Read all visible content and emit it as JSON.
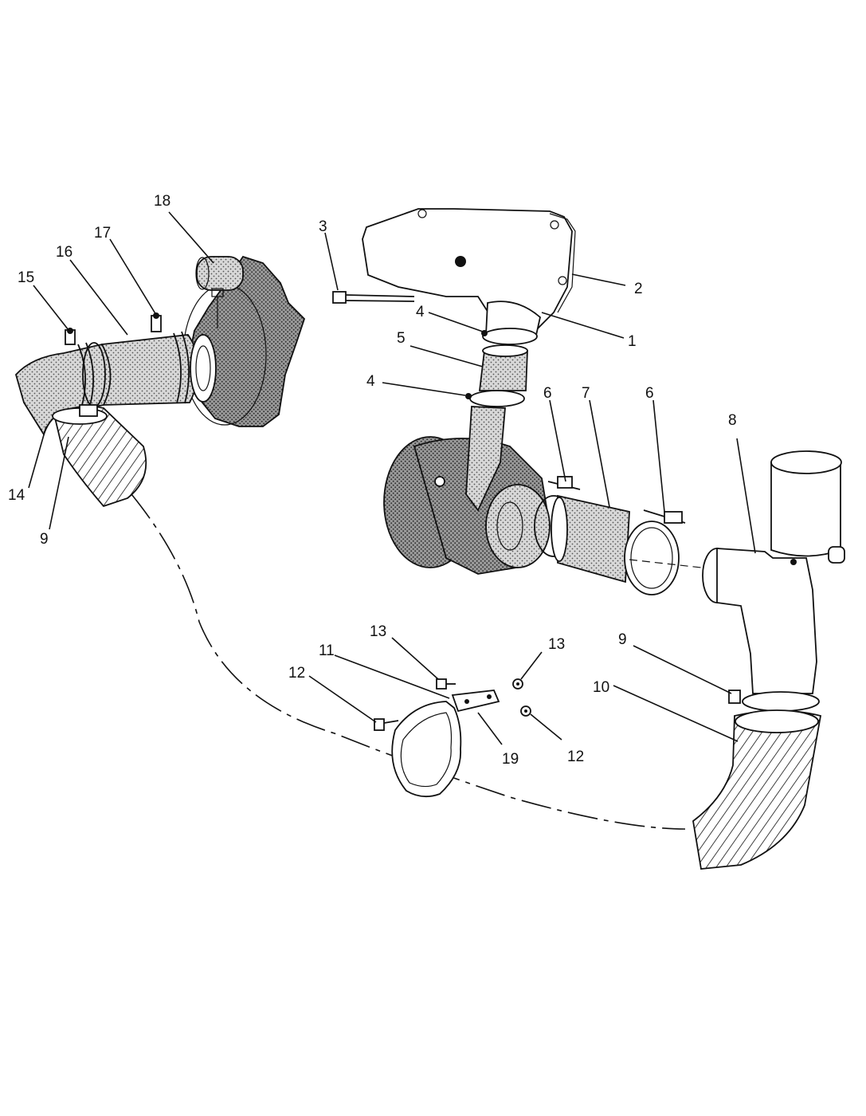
{
  "callouts": {
    "c1": "1",
    "c2": "2",
    "c3": "3",
    "c4a": "4",
    "c4b": "4",
    "c5": "5",
    "c6a": "6",
    "c6b": "6",
    "c7": "7",
    "c8": "8",
    "c9a": "9",
    "c9b": "9",
    "c10": "10",
    "c11": "11",
    "c12a": "12",
    "c12b": "12",
    "c13a": "13",
    "c13b": "13",
    "c14": "14",
    "c15": "15",
    "c16": "16",
    "c17": "17",
    "c18": "18",
    "c19": "19"
  },
  "colors": {
    "line": "#111111",
    "shade": "#9a9a9a",
    "paper": "#ffffff"
  }
}
